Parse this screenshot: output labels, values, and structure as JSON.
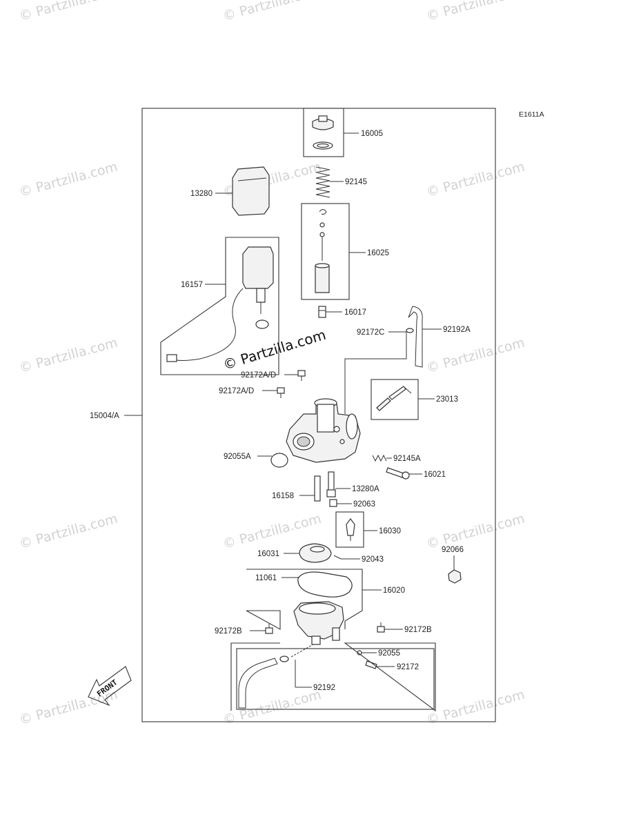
{
  "diagram": {
    "code": "E1611A",
    "front_label": "FRONT",
    "watermark_center": "© Partzilla.com",
    "watermark_tile": "© Partzilla.com",
    "parts": {
      "p16005": "16005",
      "p92145": "92145",
      "p13280": "13280",
      "p16025": "16025",
      "p16157": "16157",
      "p16017": "16017",
      "p92172C": "92172C",
      "p92192A": "92192A",
      "p92172AD_1": "92172A/D",
      "p92172AD_2": "92172A/D",
      "p23013": "23013",
      "p15004A": "15004/A",
      "p92055A": "92055A",
      "p92145A": "92145A",
      "p16021": "16021",
      "p13280A": "13280A",
      "p16158": "16158",
      "p92063": "92063",
      "p16030": "16030",
      "p92066": "92066",
      "p16031": "16031",
      "p92043": "92043",
      "p11061": "11061",
      "p16020": "16020",
      "p92172B_1": "92172B",
      "p92172B_2": "92172B",
      "p92055": "92055",
      "p92172": "92172",
      "p92192": "92192"
    }
  }
}
